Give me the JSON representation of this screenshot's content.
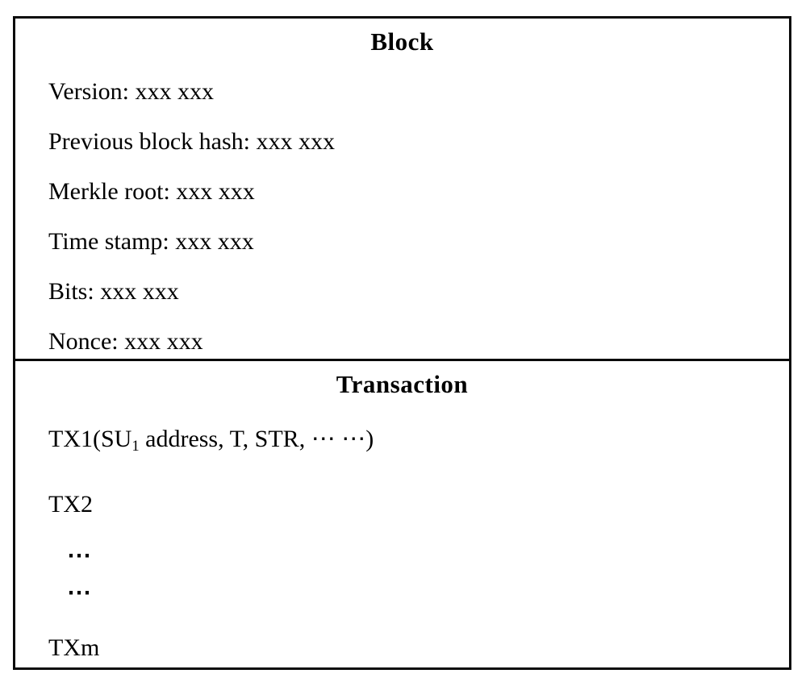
{
  "block": {
    "title": "Block",
    "fields": [
      "Version: xxx xxx",
      "Previous block hash: xxx xxx",
      "Merkle root: xxx xxx",
      "Time stamp: xxx xxx",
      "Bits: xxx xxx",
      "Nonce: xxx xxx"
    ]
  },
  "transaction": {
    "title": "Transaction",
    "tx1": {
      "prefix": "TX1(SU",
      "sub": "1",
      "suffix": " address, T, STR, ⋯ ⋯)"
    },
    "rows": {
      "tx2": "TX2",
      "ellipsis1": "⋯",
      "ellipsis2": "⋯",
      "txm": "TXm"
    }
  },
  "colors": {
    "border": "#0a0a0a",
    "text": "#000000",
    "background": "#ffffff"
  }
}
